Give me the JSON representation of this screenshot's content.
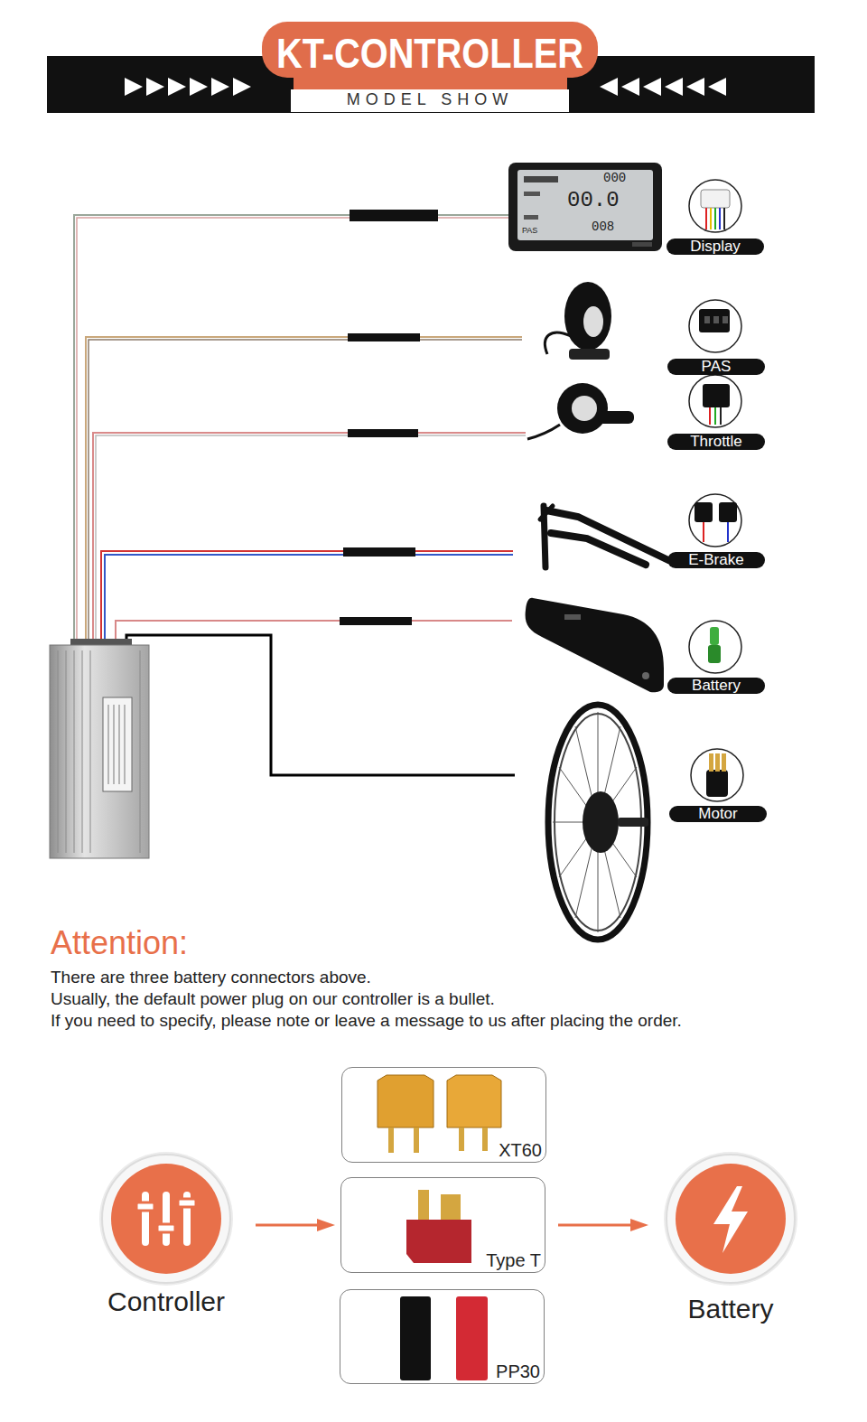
{
  "diagram": {
    "title": "KT-CONTROLLER",
    "nodes": [
      {
        "text": [
          "Display"
        ]
      },
      {
        "text": [
          "PAS"
        ]
      },
      {
        "text": [
          "Throttle"
        ]
      },
      {
        "text": [
          "E-Brake"
        ]
      },
      {
        "text": [
          "Battery"
        ]
      },
      {
        "text": [
          "Motor"
        ]
      },
      {
        "text": [
          "XT60"
        ]
      },
      {
        "text": [
          "Type T"
        ]
      },
      {
        "text": [
          "PP30"
        ]
      },
      {
        "text": [
          "Controller"
        ]
      },
      {
        "text": [
          "Battery"
        ]
      }
    ],
    "edges": [
      {
        "from": 9,
        "to": 7,
        "arrow": "to"
      },
      {
        "from": 7,
        "to": 10,
        "arrow": "to"
      }
    ],
    "labels": [
      "MODEL SHOW",
      "000",
      "00.0",
      "008",
      "Attention:",
      "There are three battery connectors above.",
      "Usually, the default power plug on our controller is a bullet.",
      "If you need to specify, please note or leave a message to us after placing the order.",
      "PAS"
    ]
  }
}
